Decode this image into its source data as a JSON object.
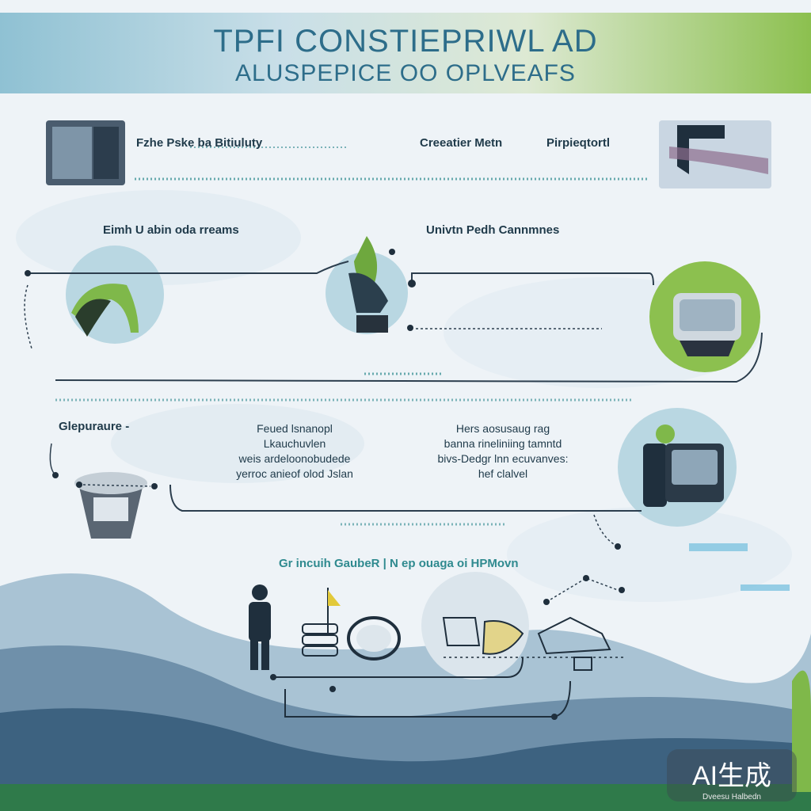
{
  "header": {
    "title_line1": "TPFI CONSTIEPRIWL AD",
    "title_line2": "ALUSPEPICE OO OPLVEAFS"
  },
  "top_row": {
    "label_left": "Fzhe Pske ba Bitiuluty",
    "label_middle": "Creeatier Metn",
    "label_right": "Pirpieqtortl"
  },
  "middle_row": {
    "label_left": "Eimh U abin oda rreams",
    "label_right": "Univtn Pedh Cannmnes"
  },
  "lower_row": {
    "label_left": "Glepuraure -",
    "para_left": [
      "Feued lsnanopl",
      "Lkauchuvlen",
      "weis ardeloonobudede",
      "yerroc anieof olod Jslan"
    ],
    "para_right": [
      "Hers aosusaug rag",
      "banna rineliniing tamntd",
      "bivs-Dedgr lnn ecuvanves:",
      "hef clalvel"
    ]
  },
  "bottom": {
    "label": "Gr incuih GaubeR | N ep ouaga oi HPMovn"
  },
  "watermark": {
    "main": "AI生成",
    "sub": "Dveesu Halbedn"
  },
  "colors": {
    "accent_green": "#8cc04f",
    "accent_teal": "#2d6d8a",
    "dark_navy": "#1f3a4a",
    "circle_blue": "#b9d7e2"
  }
}
